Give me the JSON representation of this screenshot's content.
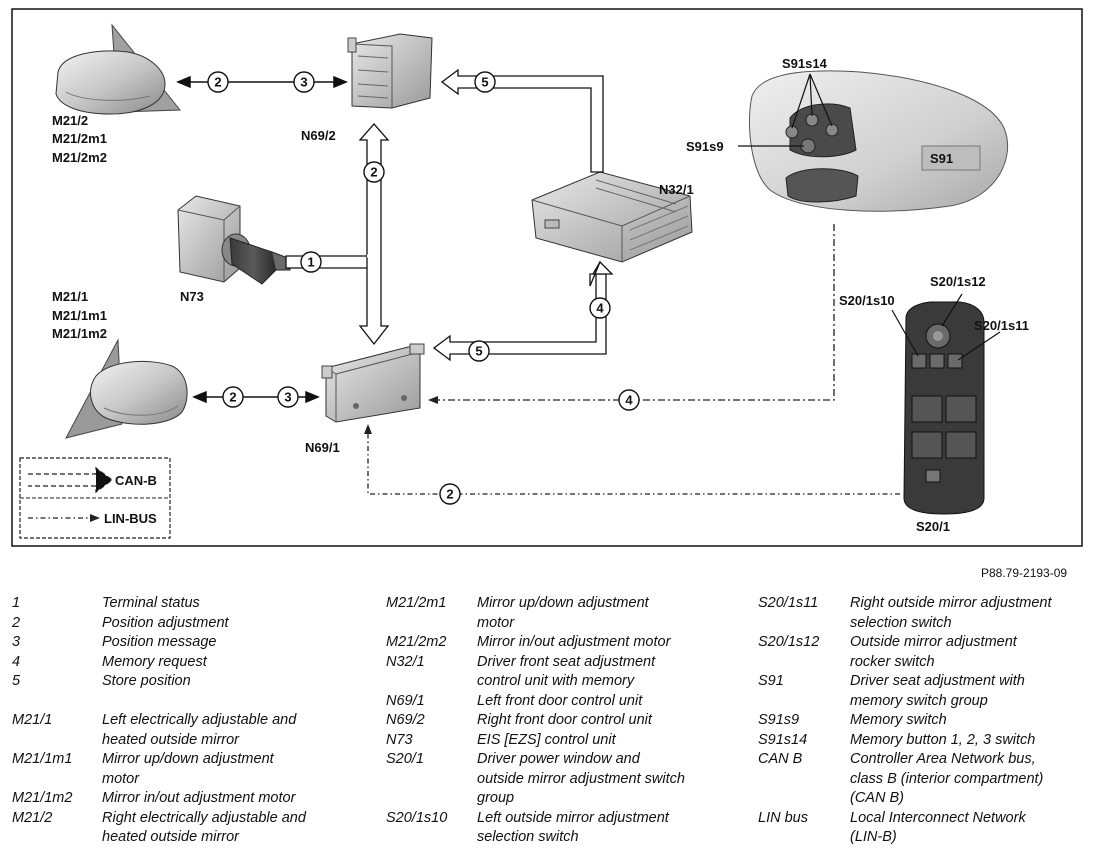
{
  "diagram": {
    "components": {
      "mirror_right": [
        "M21/2",
        "M21/2m1",
        "M21/2m2"
      ],
      "mirror_left": [
        "M21/1",
        "M21/1m1",
        "M21/1m2"
      ],
      "n69_2": "N69/2",
      "n69_1": "N69/1",
      "n73": "N73",
      "n32_1": "N32/1",
      "s91": "S91",
      "s91s9": "S91s9",
      "s91s14": "S91s14",
      "s20_1": "S20/1",
      "s20_1s10": "S20/1s10",
      "s20_1s12": "S20/1s12",
      "s20_1s11": "S20/1s11"
    },
    "signal_numbers": [
      "1",
      "2",
      "3",
      "4",
      "5"
    ],
    "key": {
      "can_b": "CAN-B",
      "lin_bus": "LIN-BUS"
    },
    "colors": {
      "line": "#111111",
      "can_b_fill": "#ffffff",
      "lin_bus_line": "#222222"
    }
  },
  "figure_ref": "P88.79-2193-09",
  "legend": {
    "col1": [
      {
        "code": "1",
        "desc": "Terminal status"
      },
      {
        "code": "2",
        "desc": "Position adjustment"
      },
      {
        "code": "3",
        "desc": "Position message"
      },
      {
        "code": "4",
        "desc": "Memory request"
      },
      {
        "code": "5",
        "desc": "Store position"
      },
      {
        "gap": true
      },
      {
        "code": "M21/1",
        "desc": "Left electrically adjustable and\nheated outside mirror"
      },
      {
        "code": "M21/1m1",
        "desc": "Mirror up/down adjustment\nmotor"
      },
      {
        "code": "M21/1m2",
        "desc": "Mirror in/out adjustment motor"
      },
      {
        "code": "M21/2",
        "desc": "Right electrically adjustable and\nheated outside mirror"
      }
    ],
    "col2": [
      {
        "code": "M21/2m1",
        "desc": "Mirror up/down adjustment\nmotor"
      },
      {
        "code": "M21/2m2",
        "desc": "Mirror in/out adjustment motor"
      },
      {
        "code": "N32/1",
        "desc": "Driver front seat adjustment\ncontrol unit with memory"
      },
      {
        "code": "N69/1",
        "desc": "Left front door control unit"
      },
      {
        "code": "N69/2",
        "desc": "Right front door control unit"
      },
      {
        "code": "N73",
        "desc": "EIS [EZS] control unit"
      },
      {
        "code": "S20/1",
        "desc": "Driver power window and\noutside mirror adjustment switch\ngroup"
      },
      {
        "code": "S20/1s10",
        "desc": "Left outside mirror adjustment\nselection switch"
      }
    ],
    "col3": [
      {
        "code": "S20/1s11",
        "desc": "Right outside mirror adjustment\nselection switch"
      },
      {
        "code": "S20/1s12",
        "desc": "Outside mirror adjustment\nrocker switch"
      },
      {
        "code": "S91",
        "desc": "Driver seat adjustment with\nmemory switch group"
      },
      {
        "code": "S91s9",
        "desc": "Memory switch"
      },
      {
        "code": "S91s14",
        "desc": "Memory button 1, 2, 3 switch"
      },
      {
        "code": "CAN B",
        "desc": "Controller Area Network bus,\nclass B (interior compartment)\n(CAN B)"
      },
      {
        "code": "LIN bus",
        "desc": "Local Interconnect Network\n(LIN-B)"
      }
    ]
  }
}
